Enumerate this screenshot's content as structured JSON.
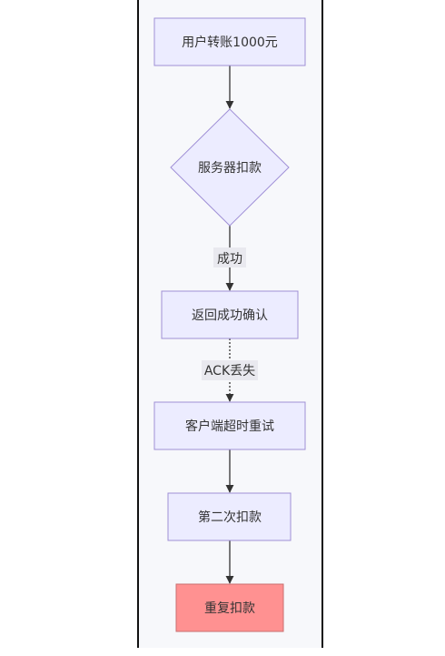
{
  "diagram": {
    "colors": {
      "node_fill": "#ececff",
      "node_stroke": "#9f8fd6",
      "highlight_fill": "#ff9191",
      "highlight_stroke": "#c97070",
      "edge": "#333333",
      "panel_bg": "#f7f8fb",
      "panel_border": "#111111"
    },
    "nodes": {
      "transfer": "用户转账1000元",
      "server_debit": "服务器扣款",
      "return_confirm": "返回成功确认",
      "client_retry": "客户端超时重试",
      "second_debit": "第二次扣款",
      "duplicate_debit": "重复扣款"
    },
    "edges": {
      "success_label": "成功",
      "ack_lost_label": "ACK丢失"
    }
  }
}
